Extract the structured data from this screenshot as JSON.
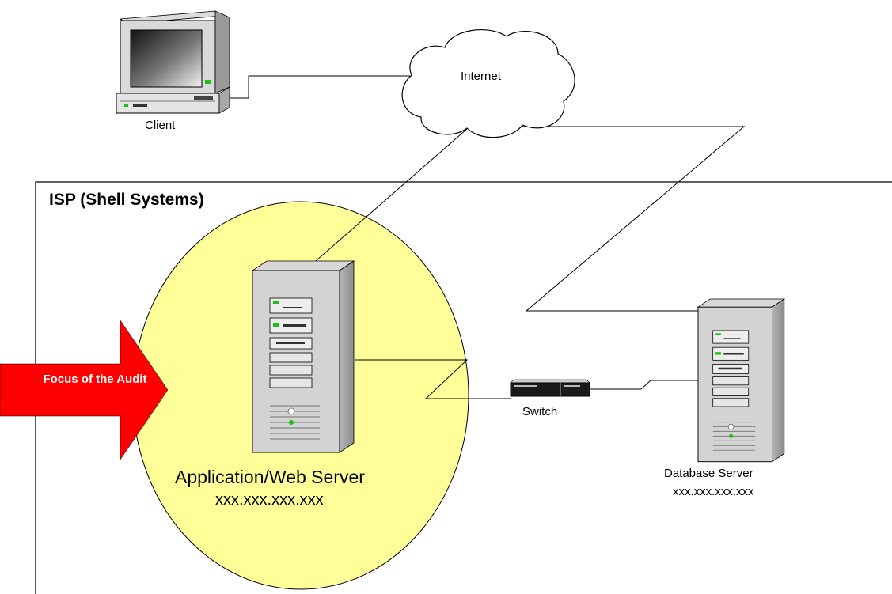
{
  "client": {
    "label": "Client"
  },
  "internet": {
    "label": "Internet"
  },
  "isp": {
    "title": "ISP (Shell Systems)"
  },
  "focus": {
    "label": "Focus of the Audit",
    "color": "#ff0000"
  },
  "app_server": {
    "name": "Application/Web Server",
    "ip": "xxx.xxx.xxx.xxx",
    "highlight_color": "#ffff99"
  },
  "switch": {
    "label": "Switch"
  },
  "db_server": {
    "name": "Database Server",
    "ip": "xxx.xxx.xxx.xxx"
  },
  "icons": [
    "computer-icon",
    "cloud-icon",
    "server-tower-icon",
    "network-switch-icon",
    "arrow-icon"
  ]
}
